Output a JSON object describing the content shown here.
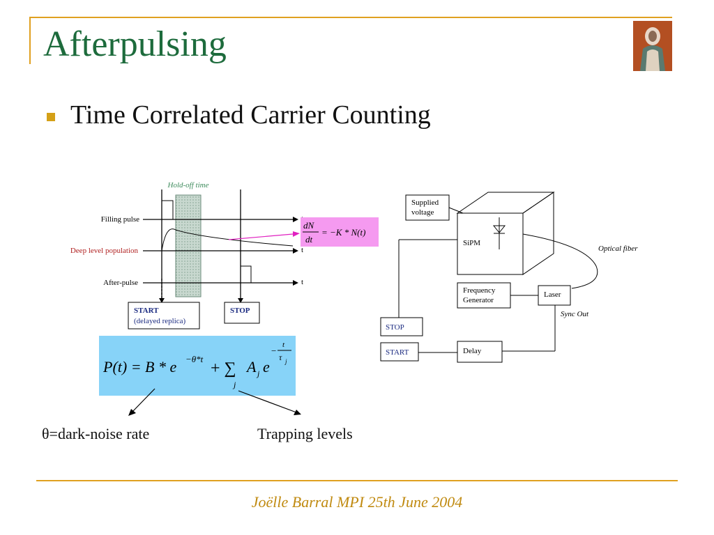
{
  "slide": {
    "title": "Afterpulsing",
    "bullet": "Time Correlated Carrier Counting",
    "footer": "Joëlle Barral MPI 25th June 2004"
  },
  "timing_diagram": {
    "hold_off_label": "Hold-off time",
    "rows": [
      "Filling pulse",
      "Deep level population",
      "After-pulse"
    ],
    "axis_label": "t",
    "start_label": "START",
    "start_sub": "(delayed replica)",
    "stop_label": "STOP"
  },
  "equations": {
    "rate_lhs_num": "dN",
    "rate_lhs_den": "dt",
    "rate_rhs": "= −K * N(t)",
    "main_lhs": "P(t) = B * e",
    "main_exp1": "−θ*t",
    "main_mid": "+ ∑",
    "main_sub": "j",
    "main_term": "A",
    "main_term_sub": "j",
    "main_e": "e",
    "exp2_num": "t",
    "exp2_den": "τ",
    "exp2_den_sub": "j",
    "exp2_minus": "−"
  },
  "annotations": {
    "dark_noise": "θ=dark-noise rate",
    "trapping": "Trapping levels"
  },
  "setup_diagram": {
    "supplied_voltage": [
      "Supplied",
      "voltage"
    ],
    "sipm": "SiPM",
    "optical_fiber": "Optical fiber",
    "frequency_generator": [
      "Frequency",
      "Generator"
    ],
    "laser": "Laser",
    "sync_out": "Sync Out",
    "stop": "STOP",
    "start": "START",
    "delay": "Delay"
  },
  "colors": {
    "title": "#1d6b3c",
    "bullet": "#d4a017",
    "rule": "#e0a020",
    "footer": "#c08a10",
    "equation_bg": "#87d3f8",
    "rate_eq_bg": "#f59af0",
    "pink_arrow": "#e020c0"
  }
}
